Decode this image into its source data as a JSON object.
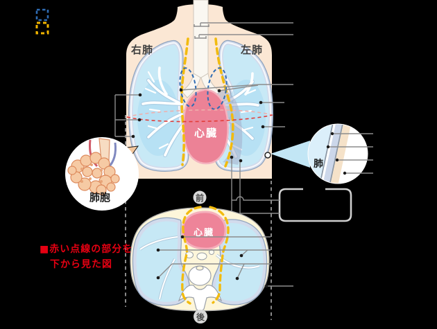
{
  "figure_title_visible": false,
  "legend": {
    "items": [
      {
        "marker": "blue-dashed-square",
        "color": "#2f6cb3"
      },
      {
        "marker": "yellow-dashed-square",
        "color": "#f0b400"
      }
    ]
  },
  "upper_figure": {
    "right_lung_label": "右肺",
    "left_lung_label": "左肺",
    "heart_label": "心臓"
  },
  "pleura_inset": {
    "lung_label": "肺"
  },
  "alveoli_inset": {
    "label": "肺胞"
  },
  "lower_figure": {
    "front_label": "前",
    "back_label": "後",
    "heart_label": "心臓"
  },
  "caption": {
    "line1": "■赤い点線の部分を",
    "line2": "下から見た図",
    "color": "#e60012"
  },
  "colors": {
    "background": "#000000",
    "skin": "#fbe7d4",
    "lung_fill": "#c8e9f6",
    "pleura_band": "#d2dbec",
    "outline_gray": "#8fa3bd",
    "heart_pink": "#ec8296",
    "mediastinum_yellow": "#f2bb0f",
    "hilum_blue": "#2f6cb3",
    "section_red": "#e23c38",
    "cream": "#fdf6da",
    "badge_gray": "#d9d9d9",
    "leader_gray": "#8c8c8c"
  }
}
